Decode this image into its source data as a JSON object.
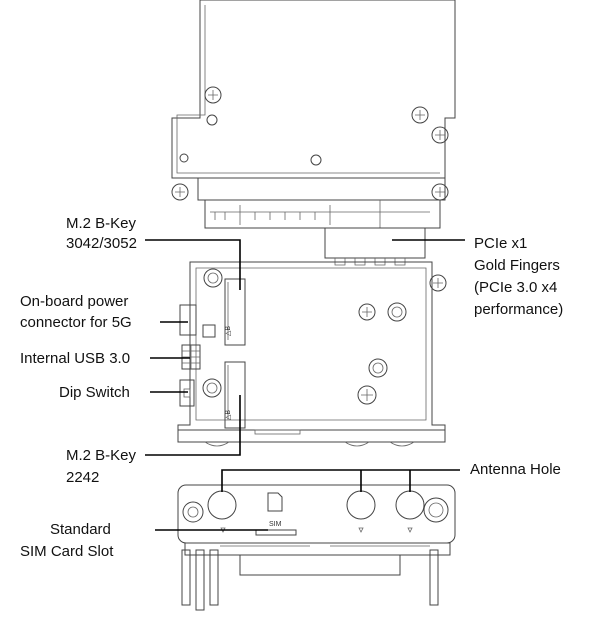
{
  "labels": {
    "m2_3042_line1": "M.2 B-Key",
    "m2_3042_line2": "3042/3052",
    "power_line1": "On-board power",
    "power_line2": "connector for 5G",
    "usb": "Internal USB 3.0",
    "dip": "Dip Switch",
    "m2_2242_line1": "M.2 B-Key",
    "m2_2242_line2": "2242",
    "pcie_line1": "PCIe x1",
    "pcie_line2": "Gold Fingers",
    "pcie_line3": "(PCIe 3.0 x4",
    "pcie_line4": "performance)",
    "antenna": "Antenna Hole",
    "sim_line1": "Standard",
    "sim_line2": "SIM Card Slot"
  },
  "board_marks": {
    "sim": "SIM",
    "key_b_top": "△B",
    "key_b_bottom": "△B"
  }
}
